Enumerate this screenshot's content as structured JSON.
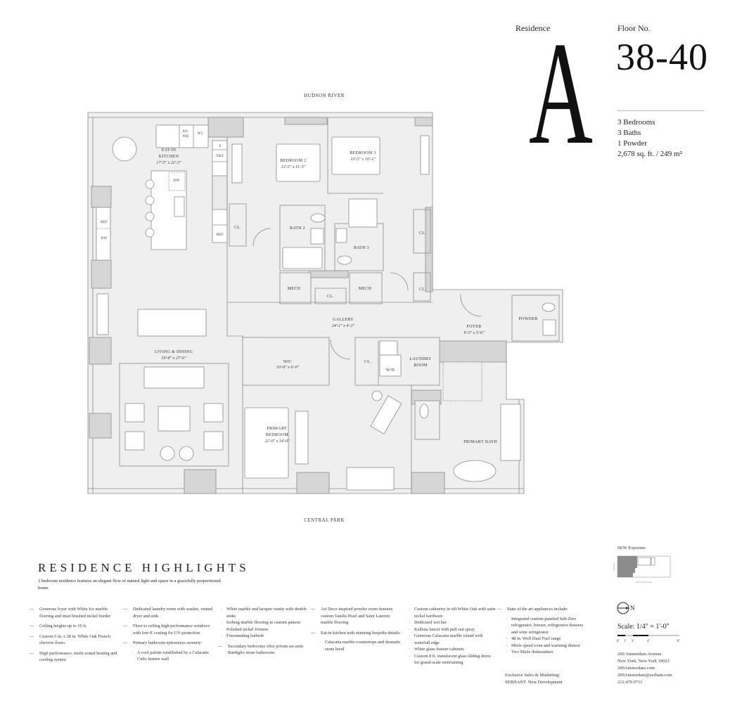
{
  "header": {
    "residence_label": "Residence",
    "residence_letter": "A",
    "floor_label": "Floor No.",
    "floor_number": "38-40",
    "specs": [
      "3 Bedrooms",
      "3 Baths",
      "1 Powder",
      "2,678 sq. ft. / 249 m²"
    ]
  },
  "plan": {
    "north_view": "HUDSON RIVER",
    "south_view": "CENTRAL PARK",
    "rooms": {
      "kitchen": {
        "name1": "EAT-IN",
        "name2": "KITCHEN",
        "dims": "17'-5\" x 22'-3\""
      },
      "bedroom2": {
        "name": "BEDROOM 2",
        "dims": "12'-5\" x 11'-5\""
      },
      "bedroom3": {
        "name": "BEDROOM 3",
        "dims": "13'-5\" x 10'-2\""
      },
      "bath2": "BATH 2",
      "bath3": "BATH 3",
      "mech": "MECH",
      "closet": "CL.",
      "gallery": {
        "name": "GALLERY",
        "dims": "24'-1\" x 4'-2\""
      },
      "foyer": {
        "name": "FOYER",
        "dims": "9'-5\" x 5'-6\""
      },
      "powder": "POWDER",
      "living": {
        "name": "LIVING & DINING",
        "dims": "19'-8\" x 27'-0\""
      },
      "wic": {
        "name": "WIC",
        "dims": "10'-9\" x 6'-0\""
      },
      "laundry": {
        "name1": "LAUNDRY",
        "name2": "ROOM"
      },
      "wd": "W/D",
      "primary_bedroom": {
        "name1": "PRIMARY",
        "name2": "BEDROOM",
        "dims": "22'-0\" x 14'-0\""
      },
      "primary_bath": "PRIMARY BATH"
    },
    "appliances": {
      "so_wd1": "SO/",
      "so_wd2": "WD",
      "wc": "WC",
      "f": "F",
      "frz": "FRZ",
      "ref": "REF",
      "dw": "DW"
    }
  },
  "highlights": {
    "title": "RESIDENCE HIGHLIGHTS",
    "intro": "3 bedroom residence features an elegant flow of natural light and space in a gracefully proportioned home.",
    "columns": [
      [
        {
          "text": "Generous foyer with White Ice marble flooring and inset brushed nickel border"
        },
        {
          "text": "Ceiling heights up to 10 ft."
        },
        {
          "text": "Custom 5 in. x 28 in. White Oak French chevron floors"
        },
        {
          "text": "High performance, multi-zoned heating and cooling system"
        }
      ],
      [
        {
          "text": "Dedicated laundry room with washer, vented dryer and sink"
        },
        {
          "text": "Floor to ceiling high performance windows with low-E coating for UV-protection"
        },
        {
          "text": "Primary bathroom epitomizes serenity:",
          "subs": [
            "A cool palette established by a Calacatta Cielo feature wall"
          ]
        }
      ],
      [
        {
          "subs": [
            "White marble and lacquer vanity with double sinks",
            "Iceberg marble flooring in custom pattern",
            "Polished nickel fixtures",
            "Freestanding bathtub"
          ]
        },
        {
          "text": "Secondary bedrooms offer private en-suite Bardiglio stone bathrooms"
        }
      ],
      [
        {
          "text": "Art Deco-inspired powder room features custom Vanilis Pearl and Saint Laurent marble flooring"
        },
        {
          "text": "Eat-in kitchen with stunning bespoke details:",
          "subs": [
            "Calacatta marble countertops and dramatic stone hood"
          ]
        }
      ],
      [
        {
          "subs": [
            "Custom cabinetry in rift White Oak with satin nickel hardware",
            "Dedicated wet bar",
            "Kallista faucet with pull-out spray",
            "Generous Calacatta marble island with waterfall edge",
            "White glass feature cabinets",
            "Custom 8 ft. translucent glass sliding doors for grand-scale entertaining"
          ]
        }
      ],
      [
        {
          "text": "State of the art appliances include:",
          "subs": [
            "Integrated custom-paneled Sub-Zero refrigerator, freezer, refrigerator drawers and wine refrigerator",
            "48 in. Wolf Dual Fuel range",
            "Miele speed oven and warming drawer",
            "Two Miele dishwashers"
          ]
        }
      ]
    ]
  },
  "sales": {
    "line1": "Exclusive Sales & Marketing:",
    "line2": "SERHANT. New Development"
  },
  "exposure": {
    "label": "SEW Exposure",
    "street_side": "Amsterdam Avenue",
    "street_left": "Broadway"
  },
  "compass": {
    "letter": "N",
    "icon": "north-arrow-icon"
  },
  "scale": {
    "label": "Scale: 1/4\" = 1'-0\"",
    "ticks": [
      "0'",
      "1'",
      "2'",
      "4'",
      "8'"
    ]
  },
  "contact": {
    "address1": "200 Amsterdam Avenue",
    "address2": "New York, New York 10023",
    "website": "200Amsterdam.com",
    "email": "200Amsterdam@serhant.com",
    "phone": "212.470.0711"
  },
  "colors": {
    "floor": "#efefef",
    "wall": "#d6d6d6",
    "line": "#8a8a8a",
    "text": "#222222",
    "exposure_fill": "#8c8c8c"
  }
}
